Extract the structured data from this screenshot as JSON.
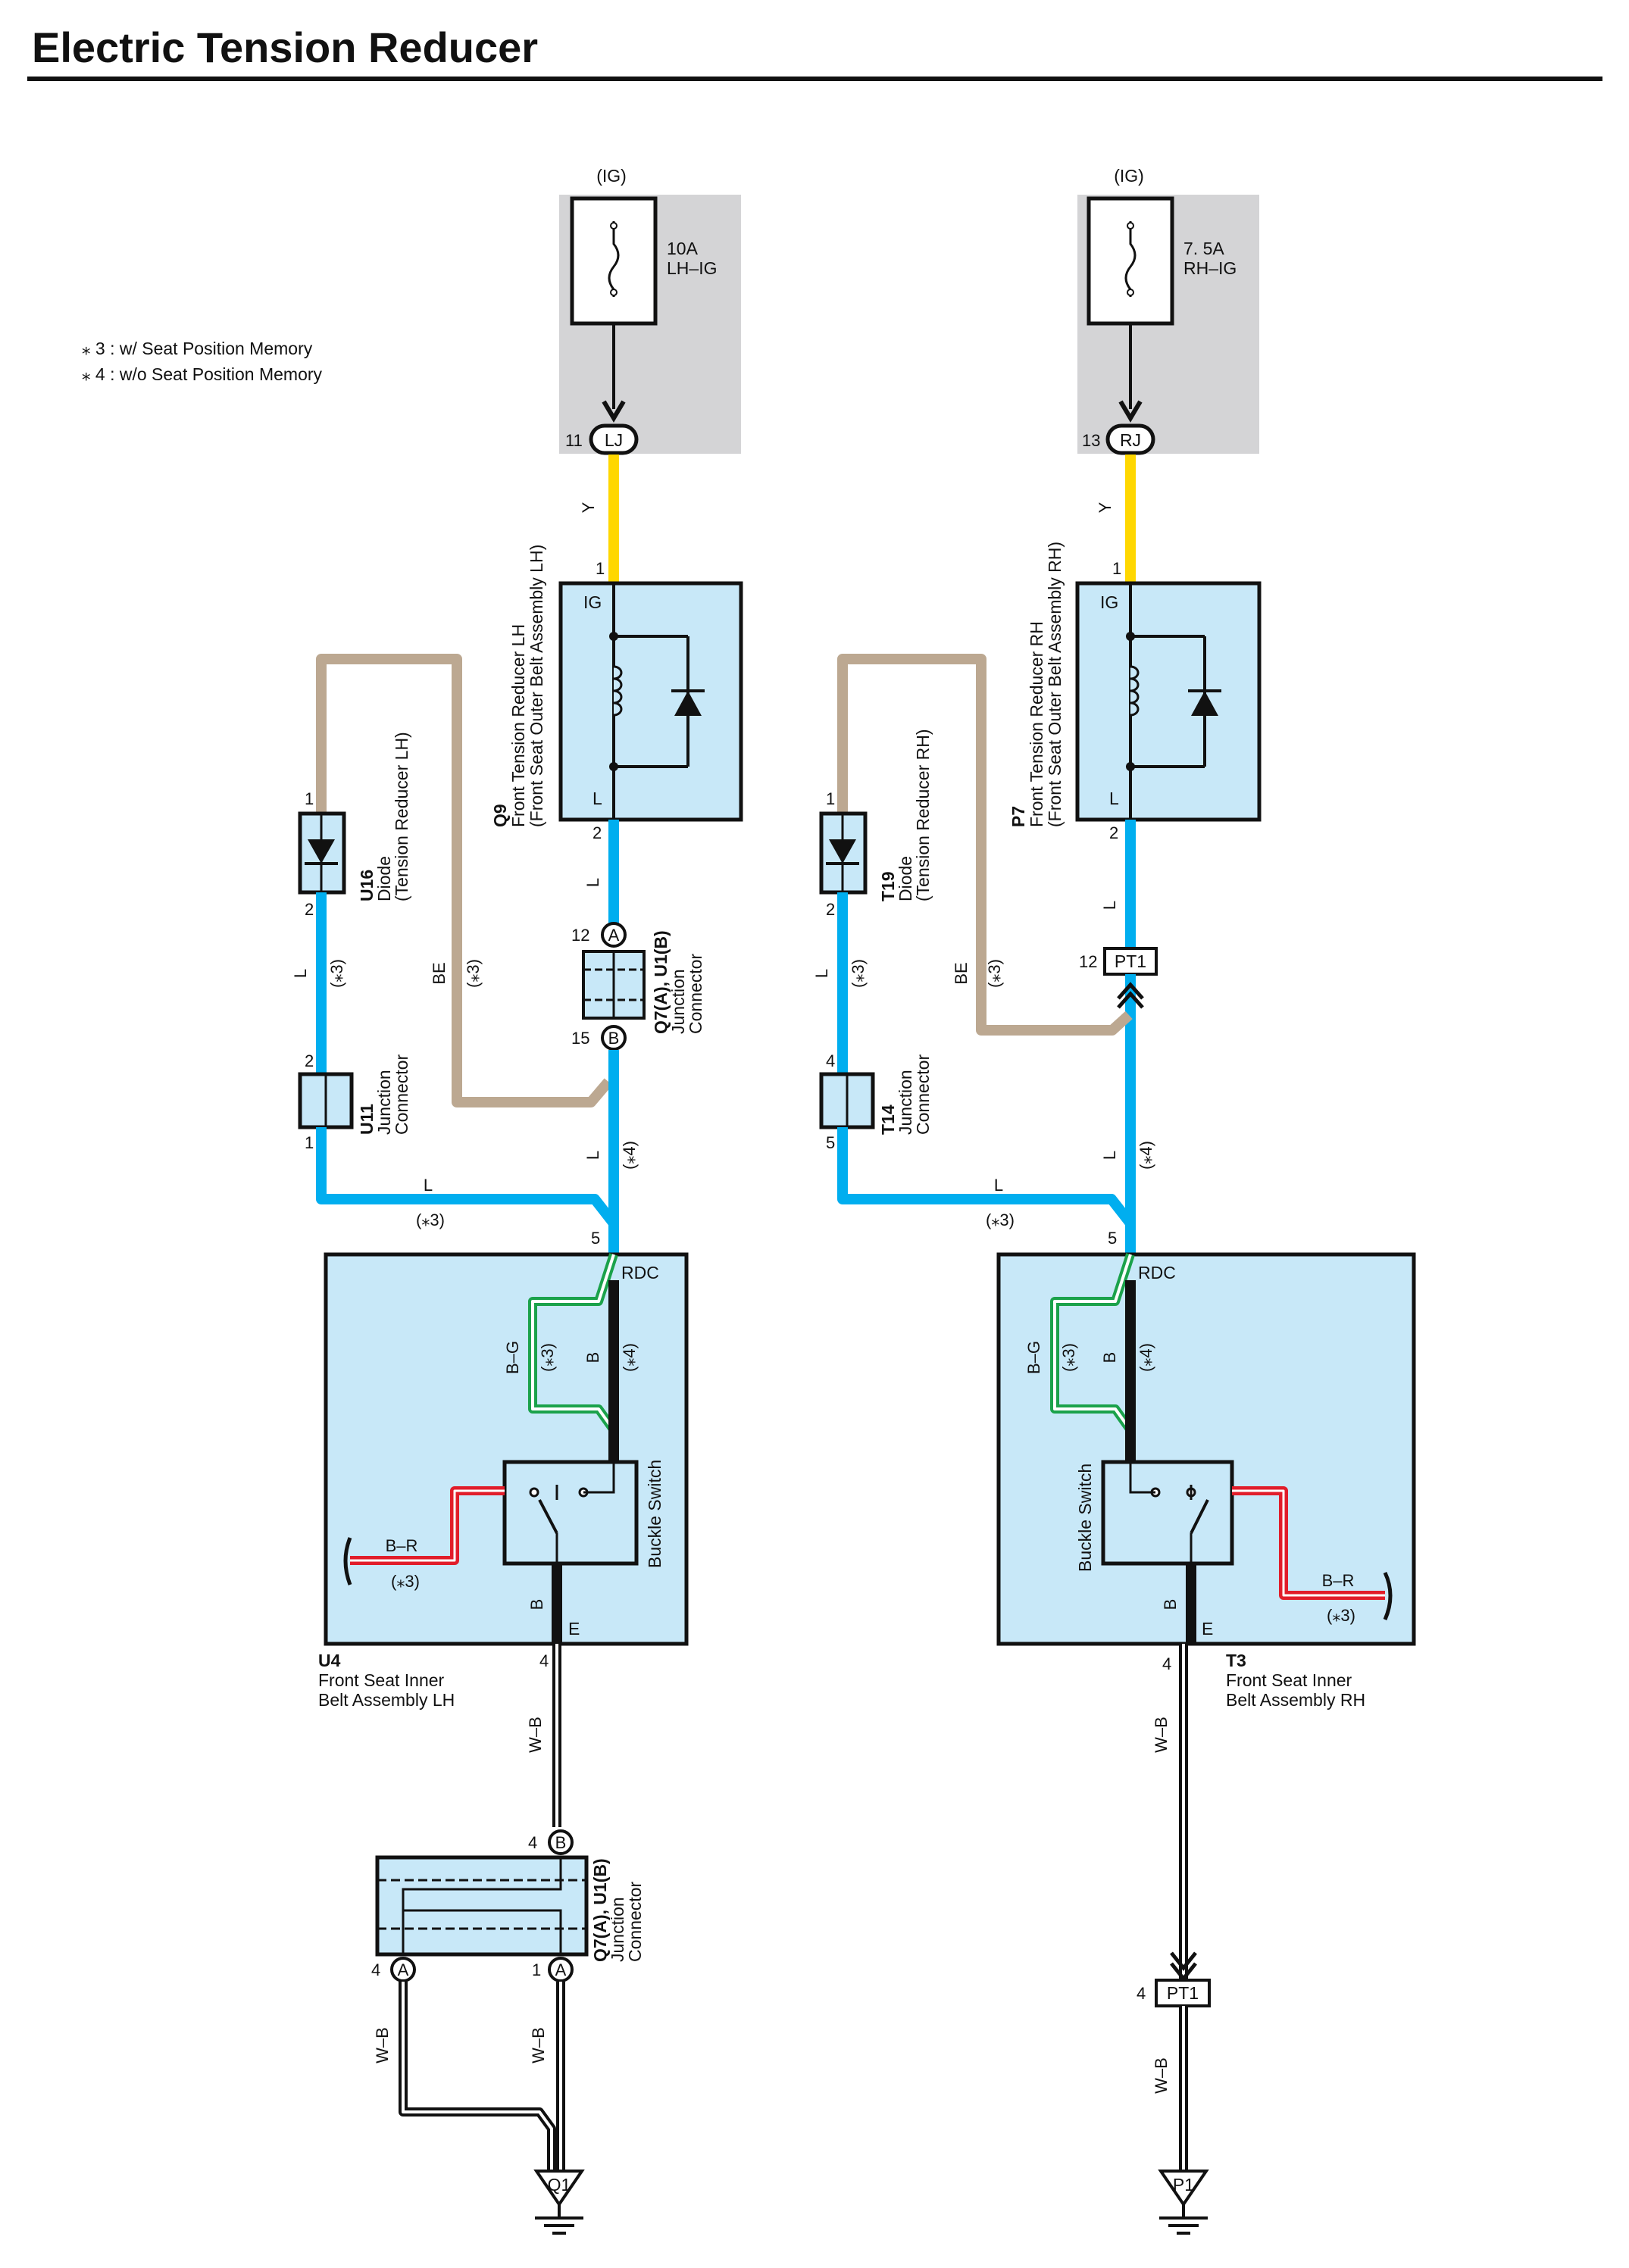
{
  "title": "Electric Tension Reducer",
  "notes": [
    "⁎ 3 : w/ Seat Position Memory",
    "⁎ 4 : w/o Seat Position Memory"
  ],
  "colors": {
    "wire_yellow": "#FFD700",
    "wire_blue": "#00AEEF",
    "wire_beige": "#BCA891",
    "wire_black": "#111111",
    "wire_red": "#E11D2A",
    "wire_green": "#1BA24B",
    "component_fill": "#C8E8F8",
    "fuse_box_fill": "#D4D4D6"
  },
  "left": {
    "ig": "(IG)",
    "fuse": {
      "rating": "10A",
      "name": "LH–IG"
    },
    "jc_top": {
      "pin": "11",
      "code": "LJ"
    },
    "wire_y": "Y",
    "tension_reducer": {
      "pin_top": "1",
      "pin_bottom": "2",
      "code": "Q9",
      "name1": "Front Tension Reducer LH",
      "name2": "(Front Seat Outer Belt Assembly LH)",
      "ig_label": "IG",
      "l_label": "L"
    },
    "wire_l_1": "L",
    "jc_mid": {
      "pin_a": "12",
      "pin_b": "15",
      "a": "A",
      "b": "B",
      "code": "Q7(A), U1(B)",
      "name1": "Junction",
      "name2": "Connector"
    },
    "diode": {
      "pin_top": "1",
      "pin_bottom": "2",
      "code": "U16",
      "name1": "Diode",
      "name2": "(Tension Reducer LH)"
    },
    "wire_l_2": "L",
    "note_3a": "(⁎3)",
    "wire_be": "BE",
    "note_3b": "(⁎3)",
    "junction": {
      "pin_top": "2",
      "pin_bottom": "1",
      "code": "U11",
      "name1": "Junction",
      "name2": "Connector"
    },
    "wire_l_3": "L",
    "note_4": "(⁎4)",
    "wire_l_4": "L",
    "note_3c": "(⁎3)",
    "belt": {
      "pin_rdc": "5",
      "rdc": "RDC",
      "wire_bg": "B–G",
      "note_3": "(⁎3)",
      "wire_b": "B",
      "note_4": "(⁎4)",
      "switch": "Buckle Switch",
      "wire_br": "B–R",
      "note_br": "(⁎3)",
      "wire_b2": "B",
      "e": "E",
      "pin_e": "4",
      "code": "U4",
      "name1": "Front Seat Inner",
      "name2": "Belt Assembly LH"
    },
    "wire_wb_1": "W–B",
    "jc_bottom": {
      "pin_b": "4",
      "b": "B",
      "pin_a1": "4",
      "a1": "A",
      "pin_a2": "1",
      "a2": "A",
      "code": "Q7(A), U1(B)",
      "name1": "Junction",
      "name2": "Connector"
    },
    "wire_wb_2": "W–B",
    "wire_wb_3": "W–B",
    "ground": "Q1"
  },
  "right": {
    "ig": "(IG)",
    "fuse": {
      "rating": "7. 5A",
      "name": "RH–IG"
    },
    "jc_top": {
      "pin": "13",
      "code": "RJ"
    },
    "wire_y": "Y",
    "tension_reducer": {
      "pin_top": "1",
      "pin_bottom": "2",
      "code": "P7",
      "name1": "Front Tension Reducer RH",
      "name2": "(Front Seat Outer Belt Assembly RH)",
      "ig_label": "IG",
      "l_label": "L"
    },
    "wire_l_1": "L",
    "connector_pt1": {
      "pin": "12",
      "code": "PT1"
    },
    "diode": {
      "pin_top": "1",
      "pin_bottom": "2",
      "code": "T19",
      "name1": "Diode",
      "name2": "(Tension Reducer RH)"
    },
    "wire_l_2": "L",
    "note_3a": "(⁎3)",
    "wire_be": "BE",
    "note_3b": "(⁎3)",
    "junction": {
      "pin_top": "4",
      "pin_bottom": "5",
      "code": "T14",
      "name1": "Junction",
      "name2": "Connector"
    },
    "wire_l_3": "L",
    "note_4": "(⁎4)",
    "wire_l_4": "L",
    "note_3c": "(⁎3)",
    "belt": {
      "pin_rdc": "5",
      "rdc": "RDC",
      "wire_bg": "B–G",
      "note_3": "(⁎3)",
      "wire_b": "B",
      "note_4": "(⁎4)",
      "switch": "Buckle Switch",
      "wire_br": "B–R",
      "note_br": "(⁎3)",
      "wire_b2": "B",
      "e": "E",
      "pin_e": "4",
      "code": "T3",
      "name1": "Front Seat Inner",
      "name2": "Belt Assembly RH"
    },
    "wire_wb_1": "W–B",
    "connector_pt1_b": {
      "pin": "4",
      "code": "PT1"
    },
    "wire_wb_2": "W–B",
    "ground": "P1"
  }
}
